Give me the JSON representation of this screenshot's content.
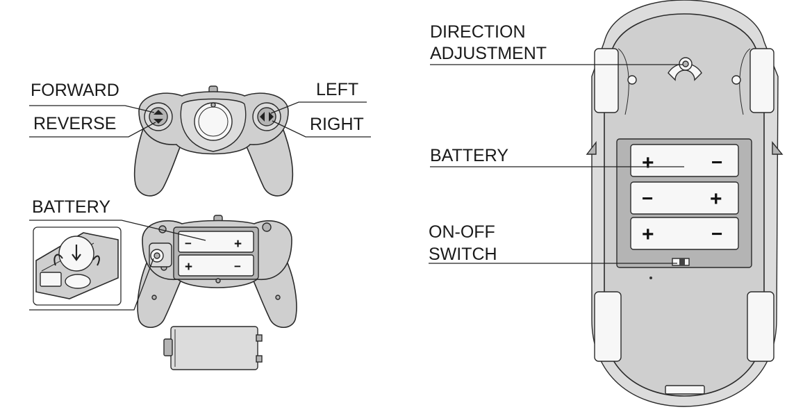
{
  "labels": {
    "forward": "FORWARD",
    "reverse": "REVERSE",
    "left": "LEFT",
    "right": "RIGHT",
    "battery_remote": "BATTERY",
    "direction_line1": "DIRECTION",
    "direction_line2": "ADJUSTMENT",
    "battery_car": "BATTERY",
    "onoff_line1": "ON-OFF",
    "onoff_line2": "SWITCH"
  },
  "battery_signs": {
    "plus": "+",
    "minus": "−"
  },
  "icons": [
    "rc-remote-front",
    "rc-remote-back",
    "battery-pack",
    "screw-detail-inset",
    "car-underside",
    "aa-battery"
  ]
}
